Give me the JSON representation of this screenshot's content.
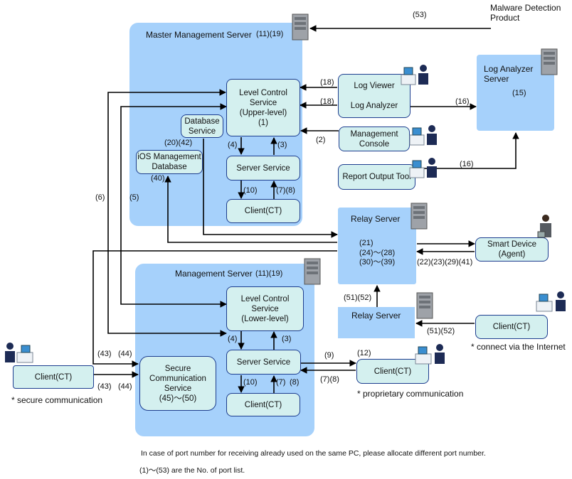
{
  "title": "",
  "regions": {
    "master_server": {
      "title": "Master Management Server",
      "ports": "(11)(19)"
    },
    "management_server": {
      "title": "Management Server",
      "ports": "(11)(19)"
    },
    "log_analyzer_server": {
      "title": "Log Analyzer\nServer",
      "ports": "(15)"
    },
    "relay_server_upper": {
      "title": "Relay Server",
      "ports": "(21)\n(24)～(28)\n(30)～(39)"
    },
    "relay_server_lower": {
      "title": "Relay Server"
    }
  },
  "nodes": {
    "level_control_upper": "Level Control\nService\n(Upper-level)\n(1)",
    "database_service": "Database\nService",
    "ios_db": "iOS Management\nDatabase",
    "server_service_master": "Server Service",
    "client_master": "Client(CT)",
    "log_viewer": "Log Viewer\n\nLog Analyzer",
    "management_console": "Management\nConsole",
    "report_output_tool": "Report Output Tool",
    "malware": "Malware Detection\nProduct",
    "smart_device": "Smart Device\n(Agent)",
    "level_control_lower": "Level Control\nService\n(Lower-level)",
    "server_service_mgmt": "Server Service",
    "client_mgmt": "Client(CT)",
    "secure_comm": "Secure\nCommunication\nService\n(45)～(50)",
    "client_left": "Client(CT)",
    "client_right": "Client(CT)",
    "client_internet": "Client(CT)"
  },
  "ports": {
    "p53": "(53)",
    "p18a": "(18)",
    "p18b": "(18)",
    "p16a": "(16)",
    "p16b": "(16)",
    "p2": "(2)",
    "p2042": "(20)(42)",
    "p40": "(40)",
    "p4a": "(4)",
    "p3a": "(3)",
    "p10a": "(10)",
    "p78a": "(7)(8)",
    "p6": "(6)",
    "p5": "(5)",
    "p22": "(22)(23)(29)(41)",
    "p5152a": "(51)(52)",
    "p5152b": "(51)(52)",
    "p4b": "(4)",
    "p3b": "(3)",
    "p9": "(9)",
    "p12": "(12)",
    "p78b": "(7)(8)",
    "p10b": "(10)",
    "p7b": "(7)",
    "p8b": "(8)",
    "p43a": "(43)",
    "p44a": "(44)",
    "p43b": "(43)",
    "p44b": "(44)"
  },
  "notes": {
    "secure": "* secure communication",
    "proprietary": "* proprietary communication",
    "internet": "* connect via the Internet",
    "footnote1": "In case of port number for receiving already used on the same PC, please allocate different port number.",
    "footnote2": "(1)～(53) are the No. of  port list."
  }
}
